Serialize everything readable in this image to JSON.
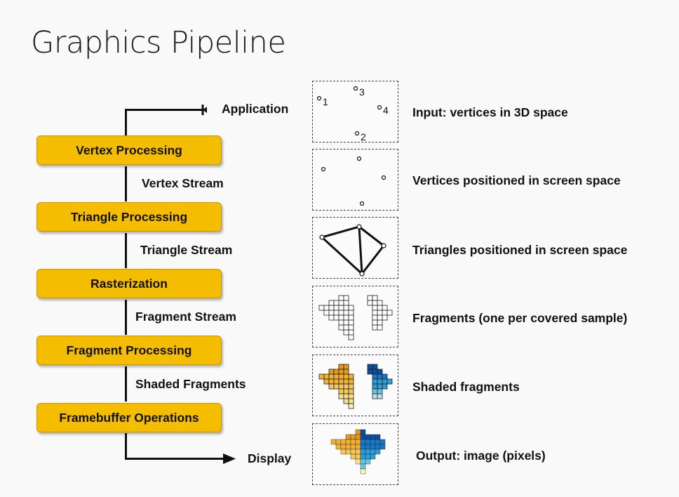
{
  "title": "Graphics Pipeline",
  "endpoints": {
    "start": "Application",
    "end": "Display"
  },
  "stages": [
    "Vertex Processing",
    "Triangle Processing",
    "Rasterization",
    "Fragment Processing",
    "Framebuffer Operations"
  ],
  "streams": [
    "Vertex Stream",
    "Triangle Stream",
    "Fragment Stream",
    "Shaded Fragments"
  ],
  "descriptions": [
    "Input: vertices in 3D space",
    "Vertices positioned in screen space",
    "Triangles positioned in screen space",
    "Fragments (one per covered sample)",
    "Shaded fragments",
    "Output: image (pixels)"
  ],
  "vertex_labels": [
    "1",
    "2",
    "3",
    "4"
  ],
  "colors": {
    "stage_fill": "#f5bd00",
    "orange_shades": [
      "#e89a1a",
      "#f2b035",
      "#f7c75a",
      "#fae08a",
      "#fdf0b0"
    ],
    "blue_shades": [
      "#0a4fa3",
      "#1877c9",
      "#2a9fd8",
      "#6cc6ea",
      "#b3e3f5"
    ]
  }
}
